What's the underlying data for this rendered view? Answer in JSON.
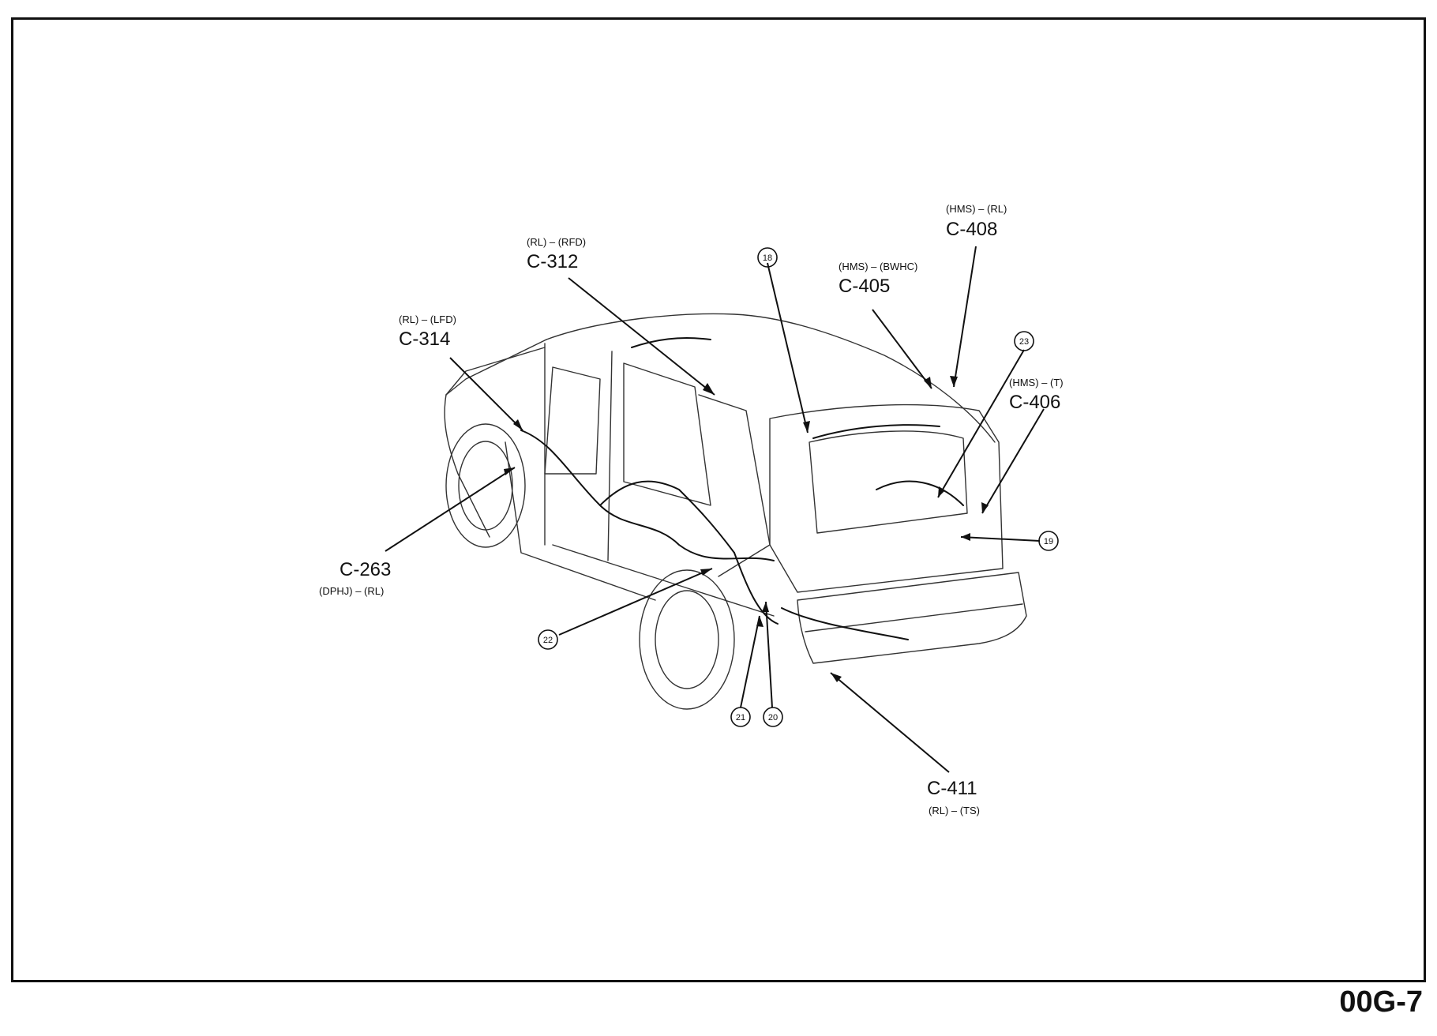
{
  "page_id": "00G-7",
  "connectors": [
    {
      "sub": "(RL) – (RFD)",
      "code": "C-312"
    },
    {
      "sub": "(RL) – (LFD)",
      "code": "C-314"
    },
    {
      "sub": "(HMS) – (RL)",
      "code": "C-408"
    },
    {
      "sub": "(HMS) – (BWHC)",
      "code": "C-405"
    },
    {
      "sub": "(HMS) – (T)",
      "code": "C-406"
    },
    {
      "sub": "(DPHJ) – (RL)",
      "code": "C-263"
    },
    {
      "sub": "(RL) – (TS)",
      "code": "C-411"
    }
  ],
  "callouts": [
    "18",
    "23",
    "19",
    "22",
    "21",
    "20"
  ]
}
